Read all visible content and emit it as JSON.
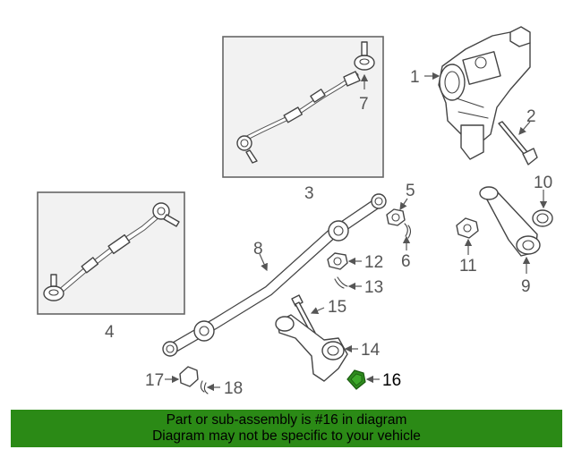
{
  "callouts": {
    "c1": "1",
    "c2": "2",
    "c3": "3",
    "c4": "4",
    "c5": "5",
    "c6": "6",
    "c7": "7",
    "c8": "8",
    "c9": "9",
    "c10": "10",
    "c11": "11",
    "c12": "12",
    "c13": "13",
    "c14": "14",
    "c15": "15",
    "c16": "16",
    "c17": "17",
    "c18": "18"
  },
  "highlight_part": "16",
  "colors": {
    "highlight": "#2e8b1e",
    "banner": "#2b8a16"
  },
  "banner": {
    "line1": "Part or sub-assembly is #16 in diagram",
    "line2": "Diagram may not be specific to your vehicle"
  }
}
